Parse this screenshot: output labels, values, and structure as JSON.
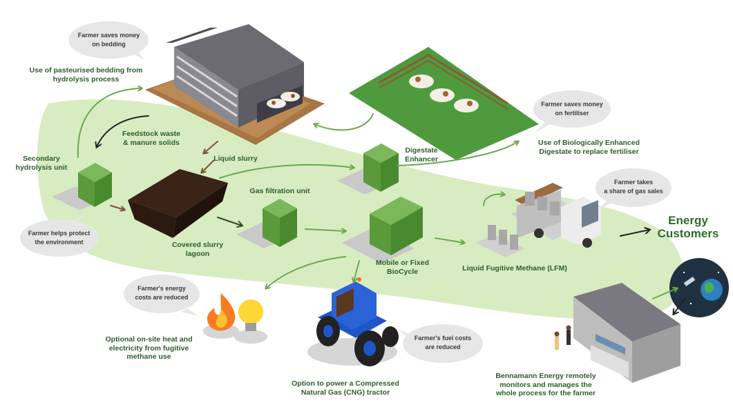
{
  "labels": {
    "bedding": "Use of pasteurised bedding from\nhydrolysis process",
    "feedstock": "Feedstock waste\n& manure solids",
    "secondary": "Secondary\nhydrolysis unit",
    "liquid_slurry": "Liquid slurry",
    "lagoon": "Covered slurry\nlagoon",
    "gas_filtration": "Gas filtration unit",
    "digestate_enhancer": "Digestate\nEnhancer",
    "bio_digestate": "Use of Biologically Enhanced\nDigestate to replace fertiliser",
    "biocycle": "Mobile or Fixed\nBioCycle",
    "lfm": "Liquid Fugitive Methane (LFM)",
    "energy_customers": "Energy\nCustomers",
    "heat_electricity": "Optional on-site heat and\nelectricity from fugitive\nmethane use",
    "cng_tractor": "Option to power a Compressed\nNatural Gas (CNG) tractor",
    "bennamann": "Bennamann Energy remotely\nmonitors and manages the\nwhole process for the farmer"
  },
  "bubbles": {
    "saves_bedding": "Farmer saves money\non bedding",
    "saves_fertiliser": "Farmer saves money\non fertiliser",
    "gas_sales": "Farmer takes\na share of gas sales",
    "environment": "Farmer helps protect\nthe environment",
    "energy_costs": "Farmer's energy\ncosts are reduced",
    "fuel_costs": "Farmer's fuel costs\nare reduced"
  },
  "colors": {
    "background_field": "#d8ecc2",
    "label_green": "#2e5d2a",
    "unit_green": "#5e9e3a",
    "bubble_grey": "#e6e6e6",
    "arrow_green": "#6aa84f",
    "arrow_brown": "#7a5230",
    "arrow_dark": "#222222"
  },
  "icons": [
    "barn-icon",
    "cows-field-icon",
    "secondary-hydrolysis-unit-icon",
    "slurry-lagoon-icon",
    "gas-filtration-unit-icon",
    "digestate-enhancer-icon",
    "biocycle-unit-icon",
    "lfm-truck-icon",
    "satellite-globe-icon",
    "control-building-icon",
    "fire-icon",
    "lightbulb-icon",
    "tractor-icon"
  ]
}
